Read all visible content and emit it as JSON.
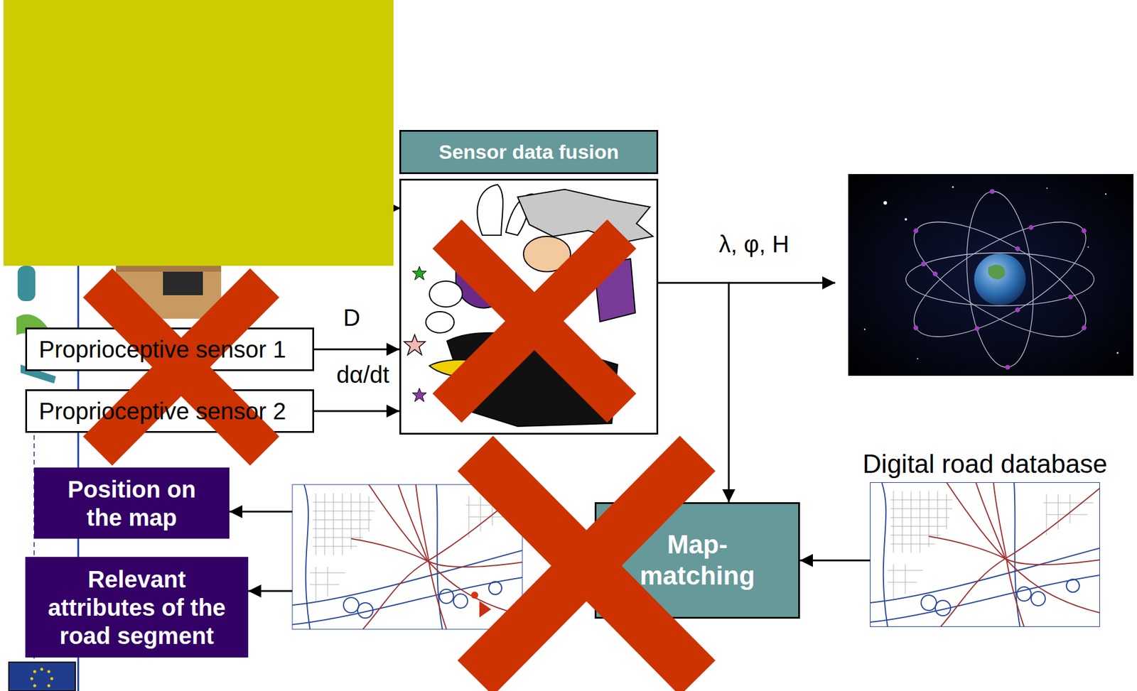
{
  "diagram": {
    "nodes": [
      {
        "text": [
          "Sensor data fusion"
        ]
      },
      {
        "text": [
          "Proprioceptive sensor 1"
        ]
      },
      {
        "text": [
          "Proprioceptive sensor 2"
        ]
      },
      {
        "text": [
          "Digital road database"
        ]
      },
      {
        "text": [
          "Position on the map"
        ]
      },
      {
        "text": [
          "Map-matching"
        ]
      },
      {
        "text": [
          "Relevant attributes of the road segment"
        ]
      }
    ],
    "edges": [
      {
        "from": 1,
        "to": 0,
        "arrow": "to",
        "label": "D"
      },
      {
        "from": 2,
        "to": 0,
        "arrow": "to",
        "label": "dα/dt"
      },
      {
        "from": 0,
        "to": 5,
        "arrow": "to",
        "label": "λ, φ, H"
      },
      {
        "from": 3,
        "to": 5,
        "arrow": "to"
      }
    ]
  }
}
